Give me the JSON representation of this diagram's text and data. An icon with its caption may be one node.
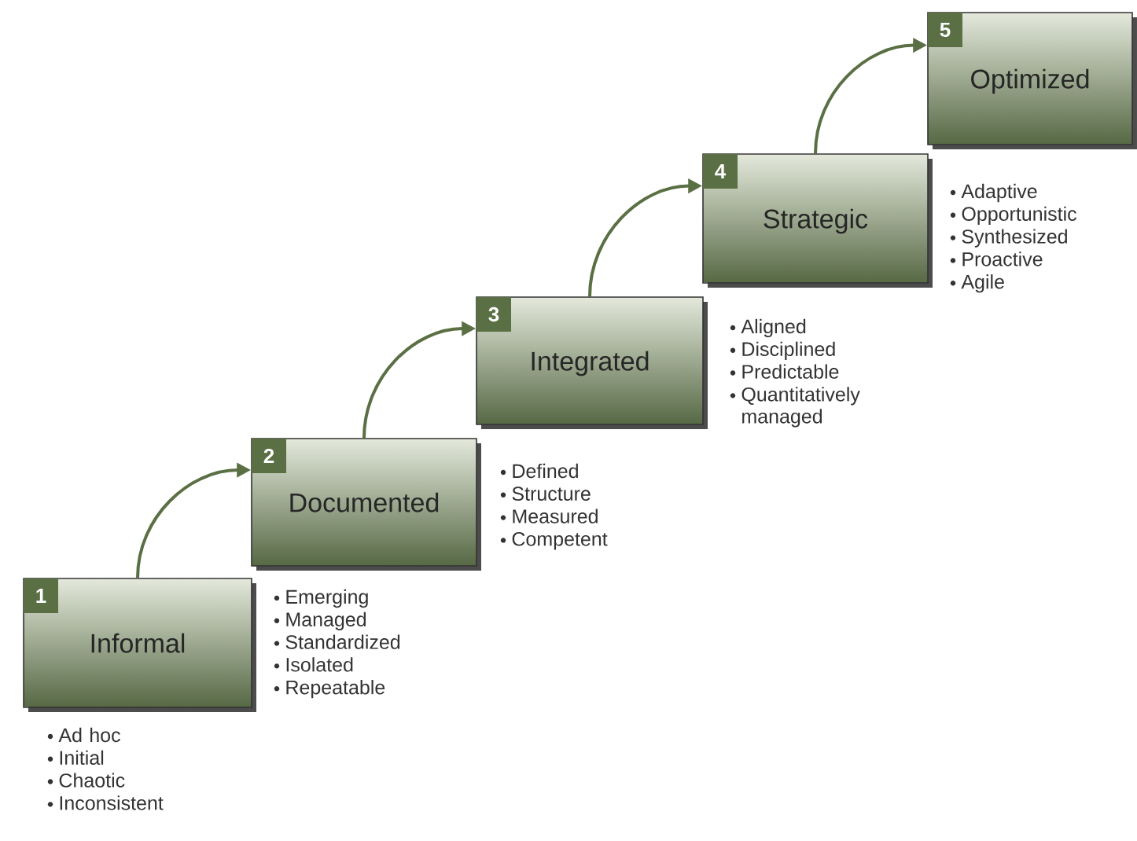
{
  "diagram": {
    "nodes": [
      {
        "text": [
          "1",
          "Informal"
        ],
        "beside": [
          "Ad hoc",
          "Initial",
          "Chaotic",
          "Inconsistent"
        ]
      },
      {
        "text": [
          "2",
          "Documented"
        ],
        "beside": [
          "Emerging",
          "Managed",
          "Standardized",
          "Isolated",
          "Repeatable"
        ]
      },
      {
        "text": [
          "3",
          "Integrated"
        ],
        "beside": [
          "Defined",
          "Structure",
          "Measured",
          "Competent"
        ]
      },
      {
        "text": [
          "4",
          "Strategic"
        ],
        "beside": [
          "Aligned",
          "Disciplined",
          "Predictable",
          "Quantitatively managed"
        ]
      },
      {
        "text": [
          "5",
          "Optimized"
        ],
        "beside": [
          "Adaptive",
          "Opportunistic",
          "Synthesized",
          "Proactive",
          "Agile"
        ]
      }
    ],
    "edges": [
      {
        "from": 0,
        "to": 1,
        "arrow": "to"
      },
      {
        "from": 1,
        "to": 2,
        "arrow": "to"
      },
      {
        "from": 2,
        "to": 3,
        "arrow": "to"
      },
      {
        "from": 3,
        "to": 4,
        "arrow": "to"
      }
    ]
  }
}
